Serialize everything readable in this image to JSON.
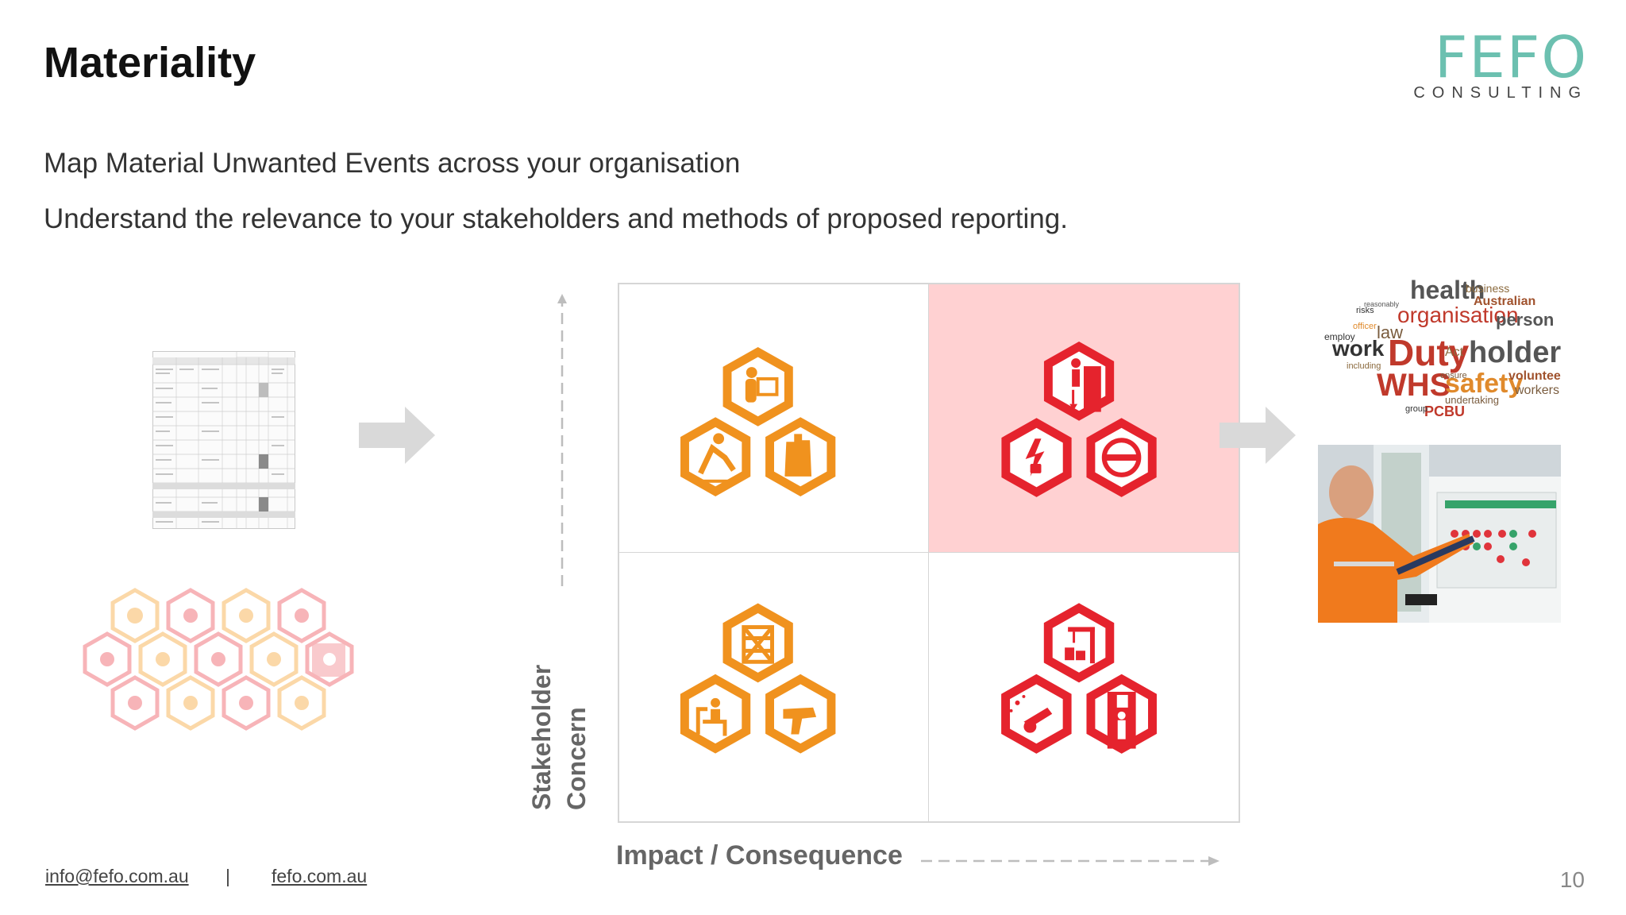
{
  "slide": {
    "title": "Materiality",
    "bullets": [
      "Map Material Unwanted Events across your organisation",
      "Understand the relevance to your stakeholders and methods of proposed reporting."
    ],
    "page_number": "10"
  },
  "logo": {
    "word": "FEFO",
    "sub": "CONSULTING",
    "color": "#6cc0b0"
  },
  "footer": {
    "email": "info@fefo.com.au",
    "separator": "|",
    "website": "fefo.com.au"
  },
  "matrix": {
    "y_label_line1": "Stakeholder",
    "y_label_line2": "Concern",
    "x_label": "Impact / Consequence",
    "highlight_quadrant": "top-right",
    "colors": {
      "orange": "#f0921e",
      "red": "#e5232d",
      "highlight": "#ffd1d2",
      "border": "#d6d6d6"
    },
    "quadrants": {
      "top_left": [
        "manual-handling-icon",
        "slip-fall-icon",
        "gloves-icon"
      ],
      "top_right": [
        "fall-from-height-icon",
        "electrical-isolation-icon",
        "vehicle-incident-icon"
      ],
      "bottom_left": [
        "scaffold-icon",
        "ergonomic-workstation-icon",
        "power-tool-icon"
      ],
      "bottom_right": [
        "crane-lifting-icon",
        "explosion-icon",
        "permit-to-work-icon"
      ]
    }
  },
  "wordcloud": {
    "words": [
      "health",
      "business",
      "Australian",
      "organisation",
      "person",
      "law",
      "Duty",
      "holders",
      "work",
      "Act",
      "WHS",
      "safety",
      "volunteers",
      "workers",
      "PCBU",
      "undertaking",
      "officer",
      "employ",
      "risks",
      "including",
      "group",
      "ensure",
      "reasonably"
    ]
  }
}
